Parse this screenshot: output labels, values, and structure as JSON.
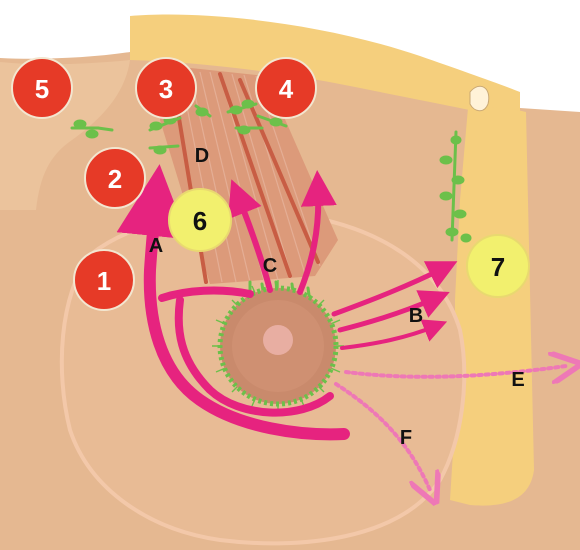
{
  "colors": {
    "skin": "#e5b891",
    "skin_dark": "#d9a57e",
    "torso": "#f5cf7d",
    "torso_light": "#f7d98d",
    "muscle": "#dc9a7a",
    "muscle_stripe": "#c85d44",
    "lymph_green": "#6cc04a",
    "drainage_pink": "#e6237f",
    "drainage_pink_light": "#ee78b6",
    "areola": "#c98a6c",
    "nipple": "#e8aea2",
    "red_node": "#e63a27",
    "yellow_node": "#f2f06e"
  },
  "nodes": {
    "n1": {
      "label": "1",
      "color": "red"
    },
    "n2": {
      "label": "2",
      "color": "red"
    },
    "n3": {
      "label": "3",
      "color": "red"
    },
    "n4": {
      "label": "4",
      "color": "red"
    },
    "n5": {
      "label": "5",
      "color": "red"
    },
    "n6": {
      "label": "6",
      "color": "yellow"
    },
    "n7": {
      "label": "7",
      "color": "yellow"
    }
  },
  "pathways": {
    "A": "A",
    "B": "B",
    "C": "C",
    "D": "D",
    "E": "E",
    "F": "F"
  }
}
